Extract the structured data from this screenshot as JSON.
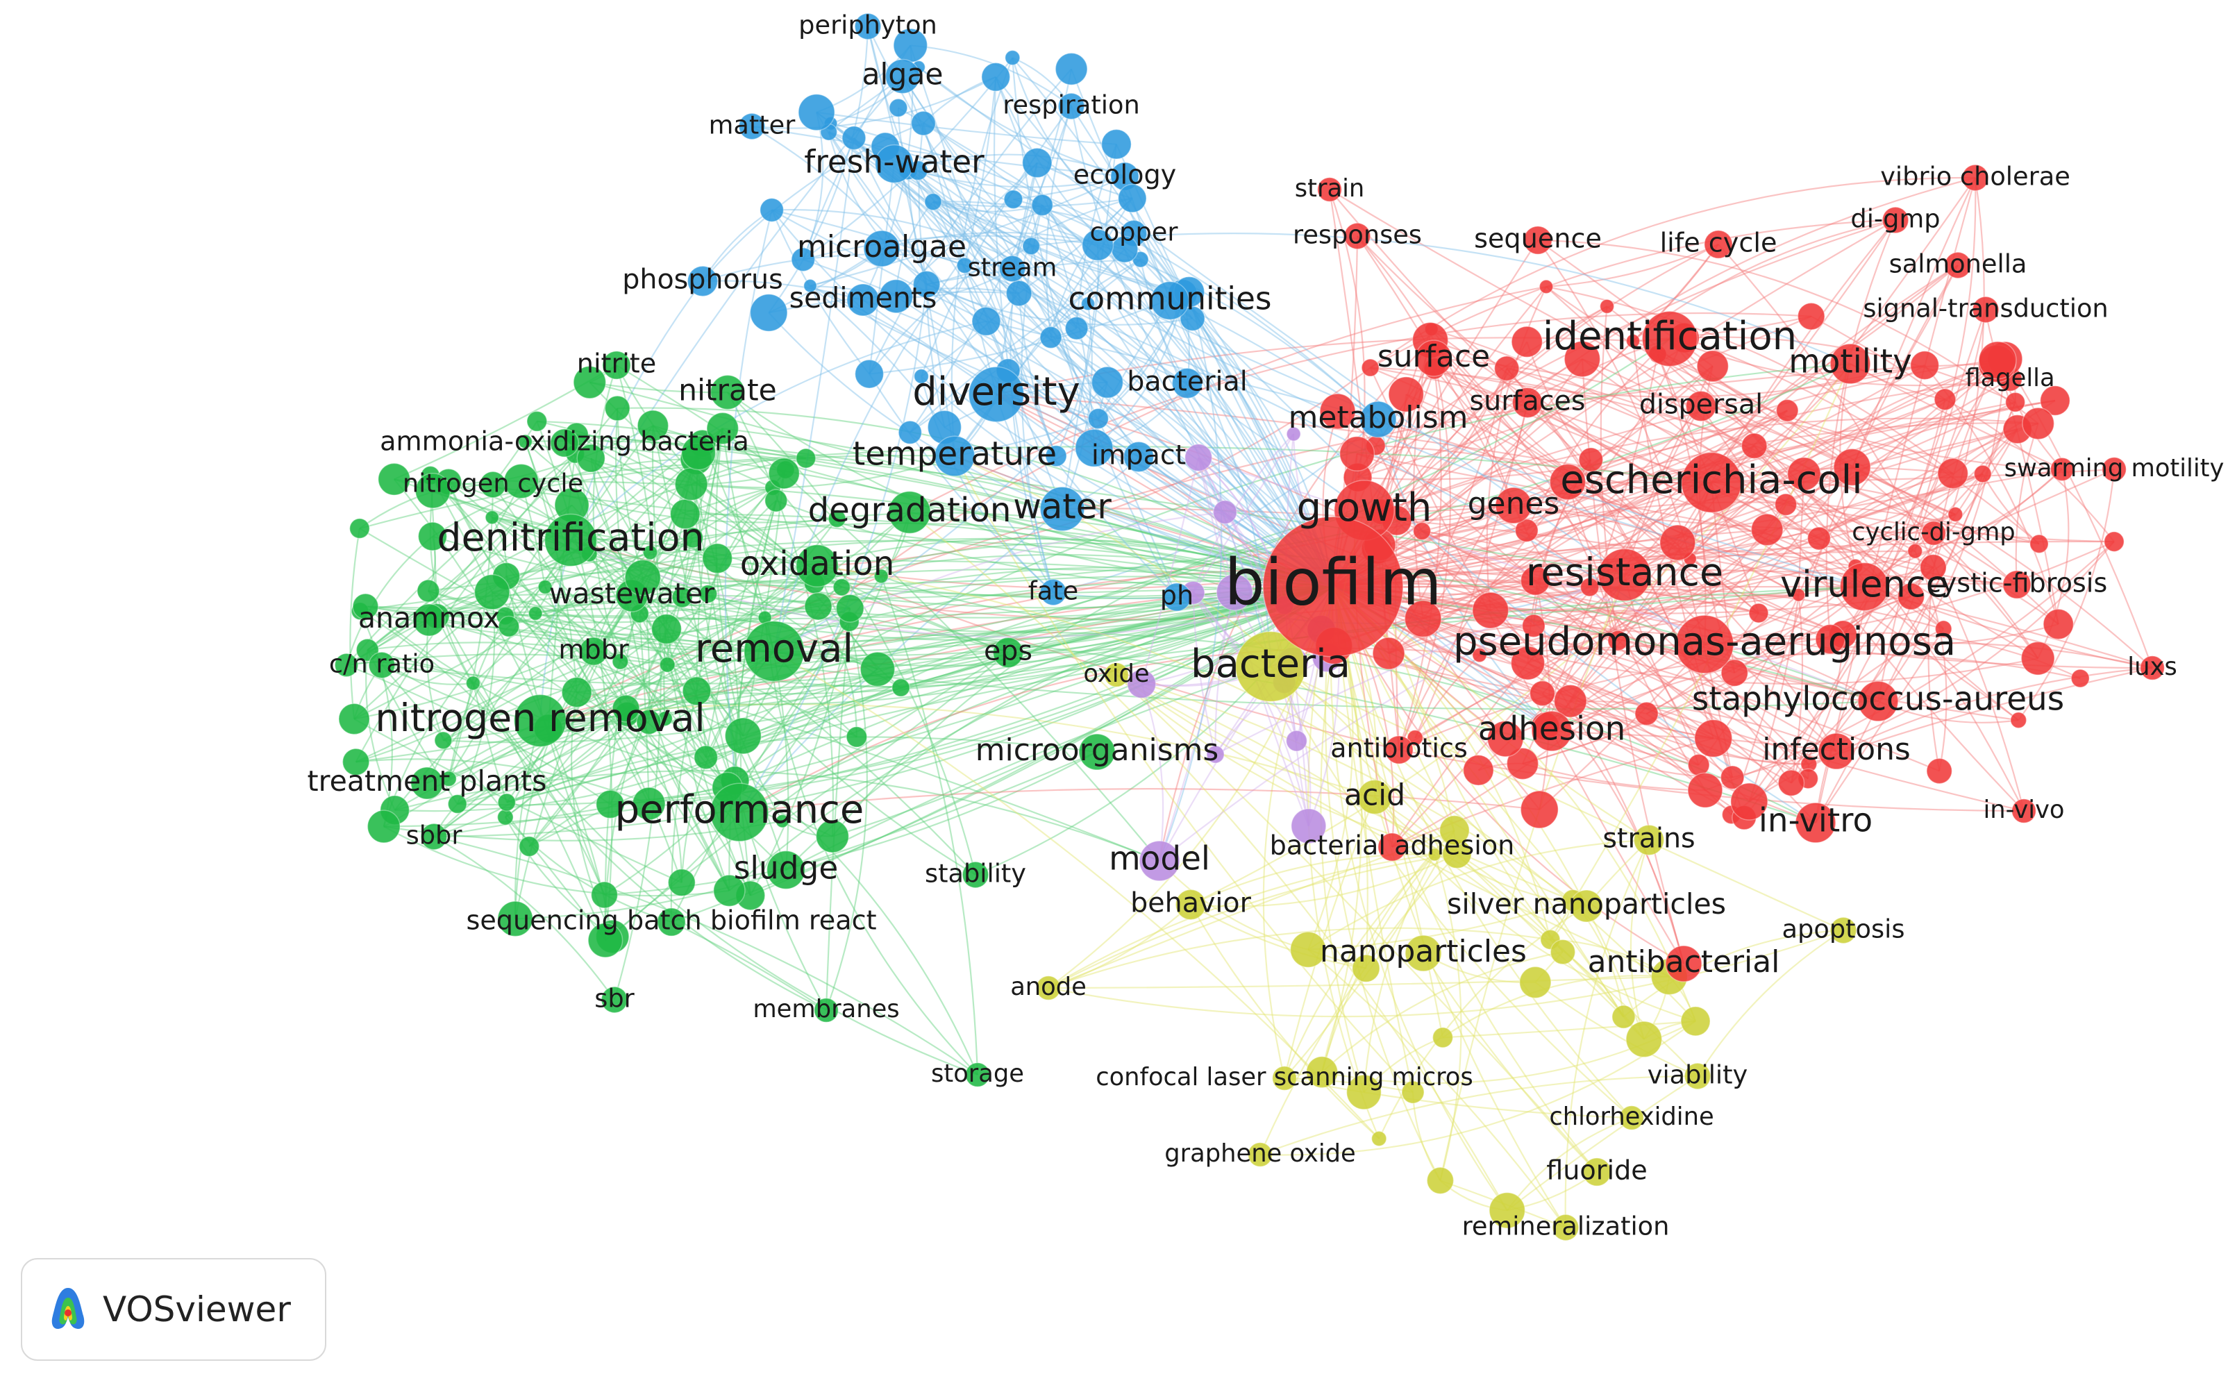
{
  "logo": {
    "text": "VOSviewer",
    "icon": "vosviewer-logo-icon"
  },
  "clusters": [
    {
      "id": "red",
      "color": "#f03a3a",
      "edge_color": "#f47a7a"
    },
    {
      "id": "green",
      "color": "#1fb844",
      "edge_color": "#5fd07c"
    },
    {
      "id": "blue",
      "color": "#2e9ade",
      "edge_color": "#7fbfe9"
    },
    {
      "id": "yellow",
      "color": "#cdd13a",
      "edge_color": "#e3e56e"
    },
    {
      "id": "purple",
      "color": "#b98ce0",
      "edge_color": "#d2b3ee"
    }
  ],
  "keywords": [
    {
      "label": "biofilm",
      "cluster": "red",
      "weight": 140
    },
    {
      "label": "bacteria",
      "cluster": "yellow",
      "weight": 70
    },
    {
      "label": "growth",
      "cluster": "red",
      "weight": 60
    },
    {
      "label": "escherichia-coli",
      "cluster": "red",
      "weight": 60
    },
    {
      "label": "pseudomonas-aeruginosa",
      "cluster": "red",
      "weight": 58
    },
    {
      "label": "identification",
      "cluster": "red",
      "weight": 55
    },
    {
      "label": "resistance",
      "cluster": "red",
      "weight": 52
    },
    {
      "label": "virulence",
      "cluster": "red",
      "weight": 48
    },
    {
      "label": "motility",
      "cluster": "red",
      "weight": 40
    },
    {
      "label": "staphylococcus-aureus",
      "cluster": "red",
      "weight": 40
    },
    {
      "label": "adhesion",
      "cluster": "red",
      "weight": 40
    },
    {
      "label": "infections",
      "cluster": "red",
      "weight": 36
    },
    {
      "label": "in-vitro",
      "cluster": "red",
      "weight": 40
    },
    {
      "label": "genes",
      "cluster": "red",
      "weight": 36
    },
    {
      "label": "surface",
      "cluster": "red",
      "weight": 36
    },
    {
      "label": "surfaces",
      "cluster": "red",
      "weight": 30
    },
    {
      "label": "dispersal",
      "cluster": "red",
      "weight": 30
    },
    {
      "label": "sequence",
      "cluster": "red",
      "weight": 28
    },
    {
      "label": "life cycle",
      "cluster": "red",
      "weight": 28
    },
    {
      "label": "vibrio cholerae",
      "cluster": "red",
      "weight": 26
    },
    {
      "label": "di-gmp",
      "cluster": "red",
      "weight": 26
    },
    {
      "label": "salmonella",
      "cluster": "red",
      "weight": 26
    },
    {
      "label": "signal-transduction",
      "cluster": "red",
      "weight": 26
    },
    {
      "label": "flagella",
      "cluster": "red",
      "weight": 24
    },
    {
      "label": "swarming motility",
      "cluster": "red",
      "weight": 24
    },
    {
      "label": "cyclic-di-gmp",
      "cluster": "red",
      "weight": 24
    },
    {
      "label": "cystic-fibrosis",
      "cluster": "red",
      "weight": 28
    },
    {
      "label": "luxs",
      "cluster": "red",
      "weight": 24
    },
    {
      "label": "in-vivo",
      "cluster": "red",
      "weight": 24
    },
    {
      "label": "antibiotics",
      "cluster": "red",
      "weight": 28
    },
    {
      "label": "strain",
      "cluster": "red",
      "weight": 24
    },
    {
      "label": "responses",
      "cluster": "red",
      "weight": 26
    },
    {
      "label": "bacterial adhesion",
      "cluster": "red",
      "weight": 28
    },
    {
      "label": "antibacterial",
      "cluster": "red",
      "weight": 36
    },
    {
      "label": "removal",
      "cluster": "green",
      "weight": 60
    },
    {
      "label": "performance",
      "cluster": "green",
      "weight": 58
    },
    {
      "label": "denitrification",
      "cluster": "green",
      "weight": 52
    },
    {
      "label": "nitrogen removal",
      "cluster": "green",
      "weight": 52
    },
    {
      "label": "oxidation",
      "cluster": "green",
      "weight": 42
    },
    {
      "label": "degradation",
      "cluster": "green",
      "weight": 42
    },
    {
      "label": "sludge",
      "cluster": "green",
      "weight": 38
    },
    {
      "label": "wastewater",
      "cluster": "green",
      "weight": 32
    },
    {
      "label": "anammox",
      "cluster": "green",
      "weight": 32
    },
    {
      "label": "mbbr",
      "cluster": "green",
      "weight": 28
    },
    {
      "label": "c/n ratio",
      "cluster": "green",
      "weight": 26
    },
    {
      "label": "treatment plants",
      "cluster": "green",
      "weight": 32
    },
    {
      "label": "sbbr",
      "cluster": "green",
      "weight": 26
    },
    {
      "label": "sequencing batch biofilm react",
      "cluster": "green",
      "weight": 28
    },
    {
      "label": "sbr",
      "cluster": "green",
      "weight": 26
    },
    {
      "label": "membranes",
      "cluster": "green",
      "weight": 24
    },
    {
      "label": "storage",
      "cluster": "green",
      "weight": 24
    },
    {
      "label": "nitrate",
      "cluster": "green",
      "weight": 34
    },
    {
      "label": "nitrite",
      "cluster": "green",
      "weight": 28
    },
    {
      "label": "ammonia-oxidizing bacteria",
      "cluster": "green",
      "weight": 28
    },
    {
      "label": "nitrogen cycle",
      "cluster": "green",
      "weight": 26
    },
    {
      "label": "eps",
      "cluster": "green",
      "weight": 30
    },
    {
      "label": "microorganisms",
      "cluster": "green",
      "weight": 36
    },
    {
      "label": "stability",
      "cluster": "green",
      "weight": 26
    },
    {
      "label": "diversity",
      "cluster": "blue",
      "weight": 55
    },
    {
      "label": "water",
      "cluster": "blue",
      "weight": 44
    },
    {
      "label": "temperature",
      "cluster": "blue",
      "weight": 40
    },
    {
      "label": "fresh-water",
      "cluster": "blue",
      "weight": 38
    },
    {
      "label": "microalgae",
      "cluster": "blue",
      "weight": 36
    },
    {
      "label": "communities",
      "cluster": "blue",
      "weight": 38
    },
    {
      "label": "metabolism",
      "cluster": "blue",
      "weight": 36
    },
    {
      "label": "algae",
      "cluster": "blue",
      "weight": 34
    },
    {
      "label": "sediments",
      "cluster": "blue",
      "weight": 32
    },
    {
      "label": "phosphorus",
      "cluster": "blue",
      "weight": 30
    },
    {
      "label": "periphyton",
      "cluster": "blue",
      "weight": 26
    },
    {
      "label": "respiration",
      "cluster": "blue",
      "weight": 26
    },
    {
      "label": "matter",
      "cluster": "blue",
      "weight": 26
    },
    {
      "label": "ecology",
      "cluster": "blue",
      "weight": 28
    },
    {
      "label": "copper",
      "cluster": "blue",
      "weight": 26
    },
    {
      "label": "stream",
      "cluster": "blue",
      "weight": 26
    },
    {
      "label": "bacterial",
      "cluster": "blue",
      "weight": 30
    },
    {
      "label": "impact",
      "cluster": "blue",
      "weight": 30
    },
    {
      "label": "fate",
      "cluster": "blue",
      "weight": 26
    },
    {
      "label": "ph",
      "cluster": "blue",
      "weight": 28
    },
    {
      "label": "oxide",
      "cluster": "yellow",
      "weight": 24
    },
    {
      "label": "acid",
      "cluster": "yellow",
      "weight": 34
    },
    {
      "label": "strains",
      "cluster": "yellow",
      "weight": 30
    },
    {
      "label": "silver nanoparticles",
      "cluster": "yellow",
      "weight": 32
    },
    {
      "label": "nanoparticles",
      "cluster": "yellow",
      "weight": 36
    },
    {
      "label": "apoptosis",
      "cluster": "yellow",
      "weight": 26
    },
    {
      "label": "anode",
      "cluster": "yellow",
      "weight": 24
    },
    {
      "label": "confocal laser scanning micros",
      "cluster": "yellow",
      "weight": 24
    },
    {
      "label": "viability",
      "cluster": "yellow",
      "weight": 26
    },
    {
      "label": "chlorhexidine",
      "cluster": "yellow",
      "weight": 24
    },
    {
      "label": "graphene oxide",
      "cluster": "yellow",
      "weight": 24
    },
    {
      "label": "fluoride",
      "cluster": "yellow",
      "weight": 28
    },
    {
      "label": "remineralization",
      "cluster": "yellow",
      "weight": 26
    },
    {
      "label": "behavior",
      "cluster": "yellow",
      "weight": 30
    },
    {
      "label": "model",
      "cluster": "purple",
      "weight": 40
    }
  ],
  "minor_nodes": {
    "red": 95,
    "green": 95,
    "blue": 48,
    "yellow": 20,
    "purple": 14
  }
}
